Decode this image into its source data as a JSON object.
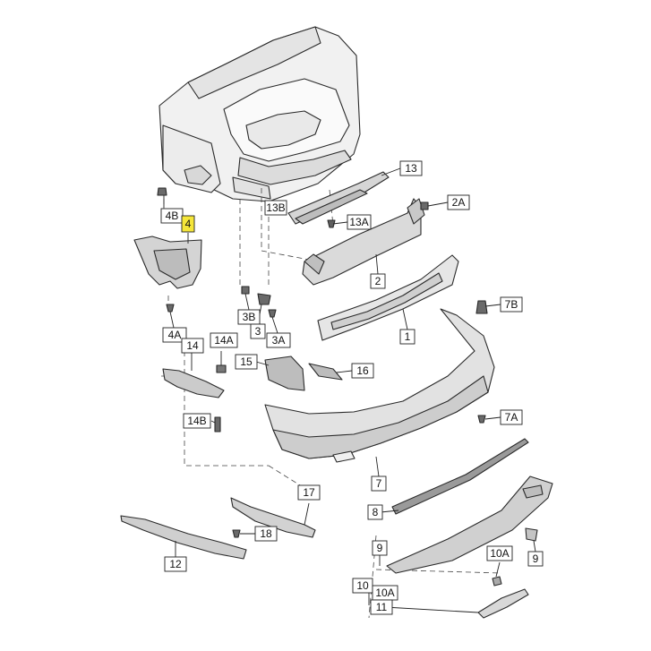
{
  "callouts": {
    "c13": "13",
    "c2A": "2A",
    "c4B": "4B",
    "c4": "4",
    "c13B": "13B",
    "c13A": "13A",
    "c2": "2",
    "c7B": "7B",
    "c3B": "3B",
    "c3": "3",
    "c1": "1",
    "c4A": "4A",
    "c3A": "3A",
    "c14": "14",
    "c14A": "14A",
    "c15": "15",
    "c16": "16",
    "c7A": "7A",
    "c14B": "14B",
    "c7": "7",
    "c17": "17",
    "c8": "8",
    "c18": "18",
    "c12": "12",
    "c9a": "9",
    "c9b": "9",
    "c10A_right": "10A",
    "c10": "10",
    "c10A": "10A",
    "c11": "11"
  },
  "highlight_color": "#f5e63a"
}
